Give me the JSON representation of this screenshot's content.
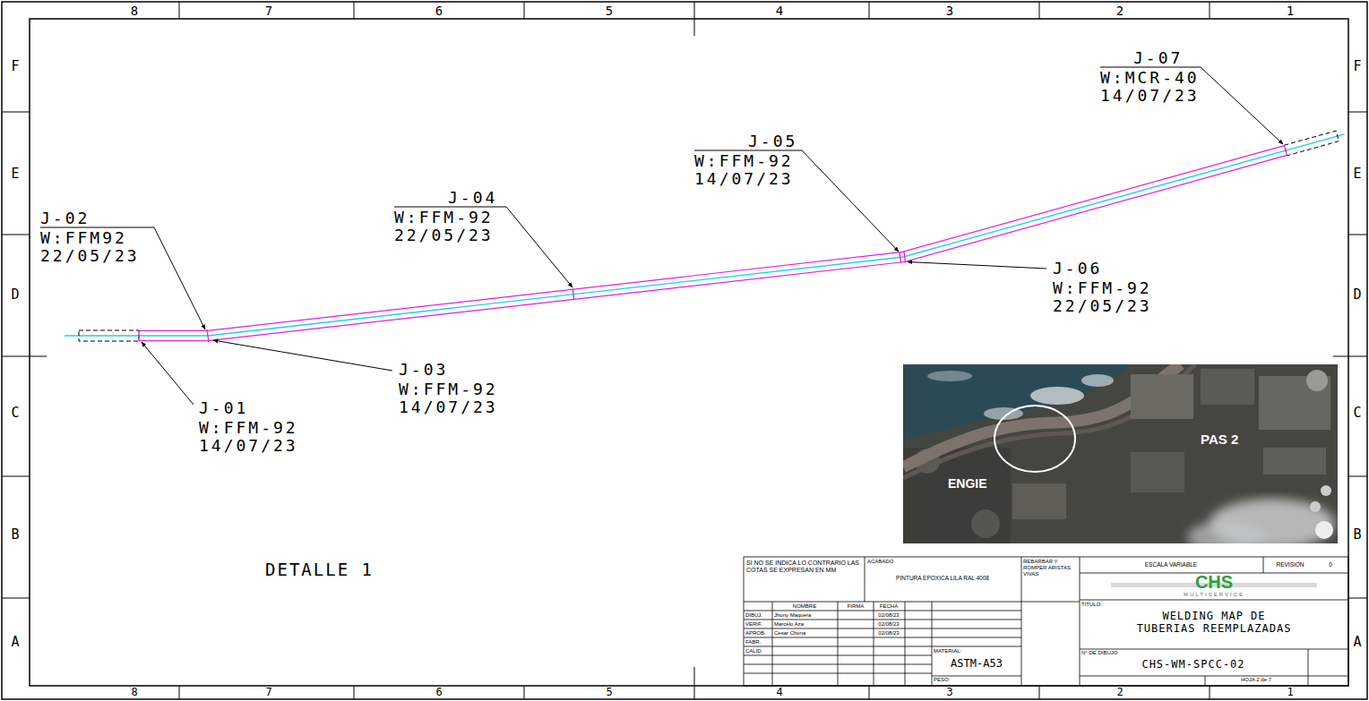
{
  "diagram": {
    "labels": [
      "8",
      "7",
      "6",
      "5",
      "4",
      "3",
      "2",
      "1",
      "8",
      "7",
      "6",
      "5",
      "4",
      "3",
      "2",
      "1",
      "F",
      "E",
      "D",
      "C",
      "B",
      "A",
      "F",
      "E",
      "D",
      "C",
      "B",
      "A",
      "J-02",
      "W:FFM92",
      "22/05/23",
      "J-04",
      "W:FFM-92",
      "22/05/23",
      "J-05",
      "W:FFM-92",
      "14/07/23",
      "J-07",
      "W:MCR-40",
      "14/07/23",
      "J-06",
      "W:FFM-92",
      "22/05/23",
      "J-03",
      "W:FFM-92",
      "14/07/23",
      "J-01",
      "W:FFM-92",
      "14/07/23",
      "PAS 2",
      "ENGIE",
      "DETALLE 1",
      "SI NO SE INDICA LO CONTRARIO LAS COTAS SE EXPRESAN EN MM",
      "ACABADO",
      "PINTURA EPOXICA LILA RAL 4008",
      "REBARBAR Y ROMPER ARISTAS VIVAS",
      "ESCALA VARIABLE",
      "REVISION",
      "0",
      "CHS",
      "MULTISERVICE",
      "NOMBRE",
      "FIRMA",
      "FECHA",
      "DIBUJ.",
      "Jhony Maquera",
      "02/08/23",
      "VERIF.",
      "Marcelo Aza",
      "02/08/23",
      "APROB.",
      "Cesar Chona",
      "02/08/23",
      "FABR.",
      "CALID.",
      "TITULO:",
      "WELDING MAP DE TUBERIAS REEMPLAZADAS",
      "N° DE DIBUJO",
      "MATERIAL:",
      "ASTM-A53",
      "PESO:",
      "CHS-WM-SPCC-02",
      "HOJA 2 de 7"
    ]
  }
}
